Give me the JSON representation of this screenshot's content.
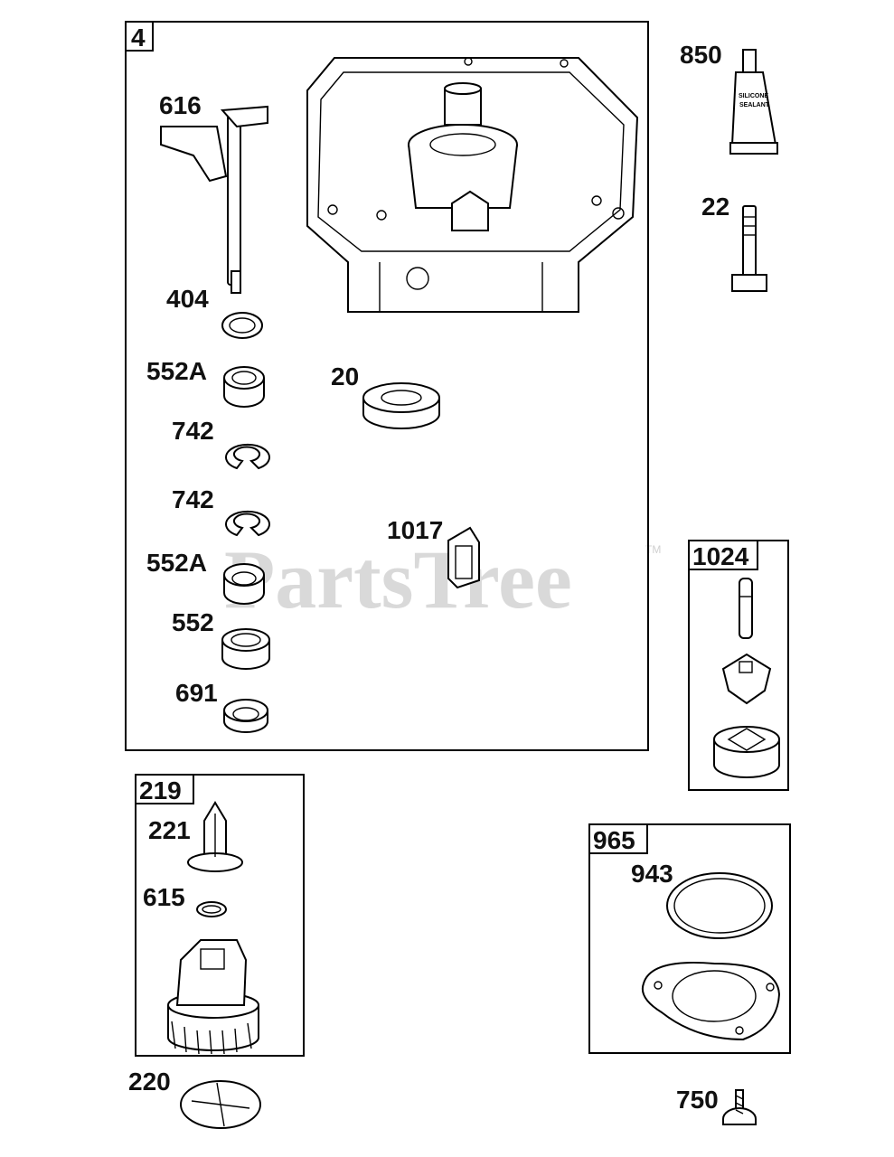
{
  "watermark": {
    "text": "PartsTree",
    "trademark": "TM"
  },
  "groups": [
    {
      "id": "4",
      "label": "4"
    },
    {
      "id": "1024",
      "label": "1024"
    },
    {
      "id": "219",
      "label": "219"
    },
    {
      "id": "965",
      "label": "965"
    }
  ],
  "callouts": {
    "p850": "850",
    "p22": "22",
    "p616": "616",
    "p404": "404",
    "p552a_1": "552A",
    "p20": "20",
    "p742_1": "742",
    "p742_2": "742",
    "p1017": "1017",
    "p552a_2": "552A",
    "p552": "552",
    "p691": "691",
    "p221": "221",
    "p615": "615",
    "p220": "220",
    "p943": "943",
    "p750": "750"
  },
  "sealant_tube": {
    "line1": "SILICONE",
    "line2": "SEALANT"
  }
}
